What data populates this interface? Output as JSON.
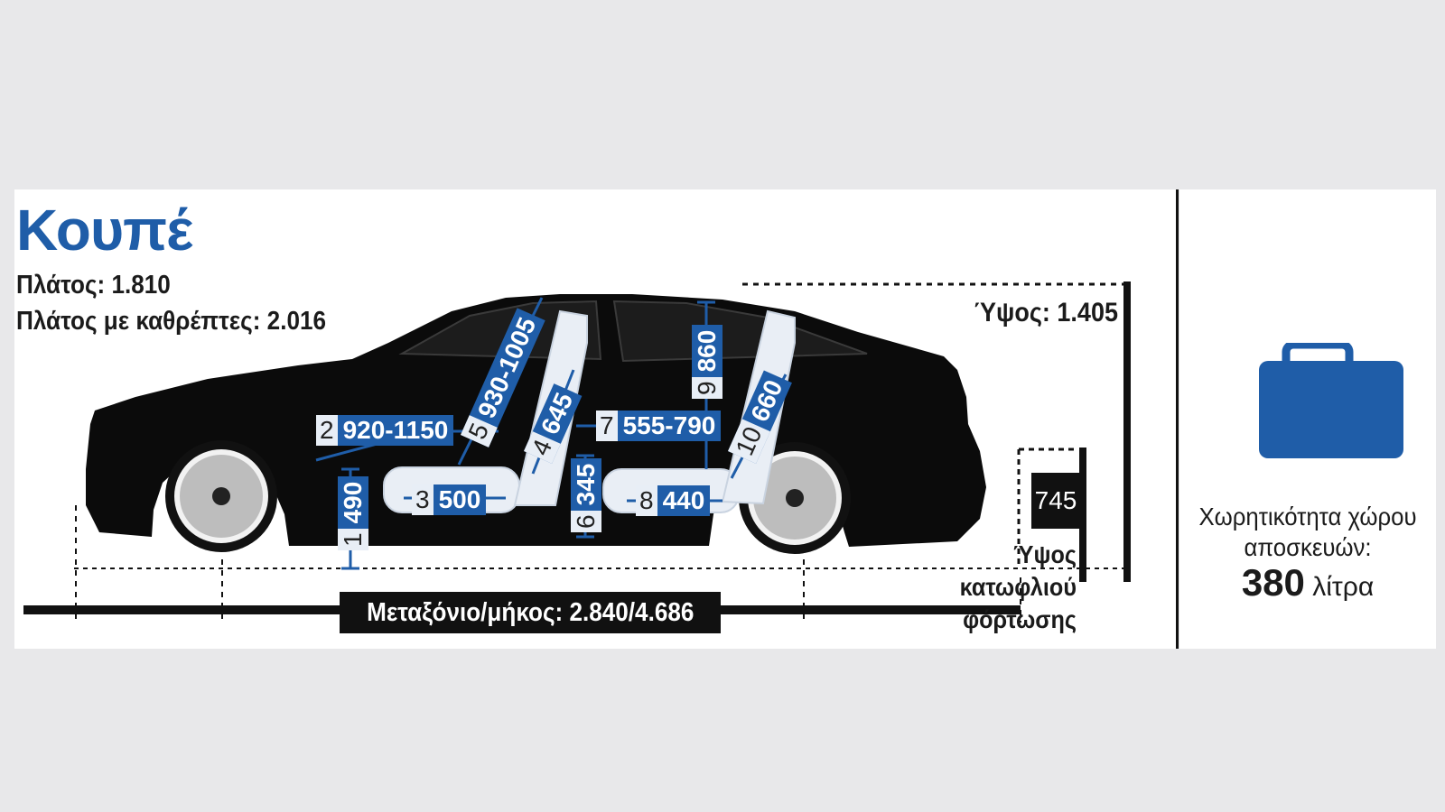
{
  "title": "Κουπέ",
  "width_label": "Πλάτος: 1.810",
  "width_mirrors_label": "Πλάτος με καθρέπτες: 2.016",
  "height_label": "Ύψος: 1.405",
  "sill_height_label_line1": "Ύψος κατωφλιού",
  "sill_height_label_line2": "φόρτωσης",
  "sill_height_value": "745",
  "length_label": "Μεταξόνιο/μήκος: 2.840/4.686",
  "luggage": {
    "caption_line1": "Χωρητικότητα χώρου",
    "caption_line2": "αποσκευών:",
    "volume": "380",
    "unit": "λίτρα"
  },
  "measurements": [
    {
      "index": "1",
      "value": "490"
    },
    {
      "index": "2",
      "value": "920-1150"
    },
    {
      "index": "3",
      "value": "500"
    },
    {
      "index": "4",
      "value": "645"
    },
    {
      "index": "5",
      "value": "930-1005"
    },
    {
      "index": "6",
      "value": "345"
    },
    {
      "index": "7",
      "value": "555-790"
    },
    {
      "index": "8",
      "value": "440"
    },
    {
      "index": "9",
      "value": "860"
    },
    {
      "index": "10",
      "value": "660"
    }
  ],
  "colors": {
    "accent": "#1f5da8",
    "car": "#0b0b0b",
    "background": "#e8e8ea"
  },
  "icons": [
    "suitcase-icon"
  ]
}
